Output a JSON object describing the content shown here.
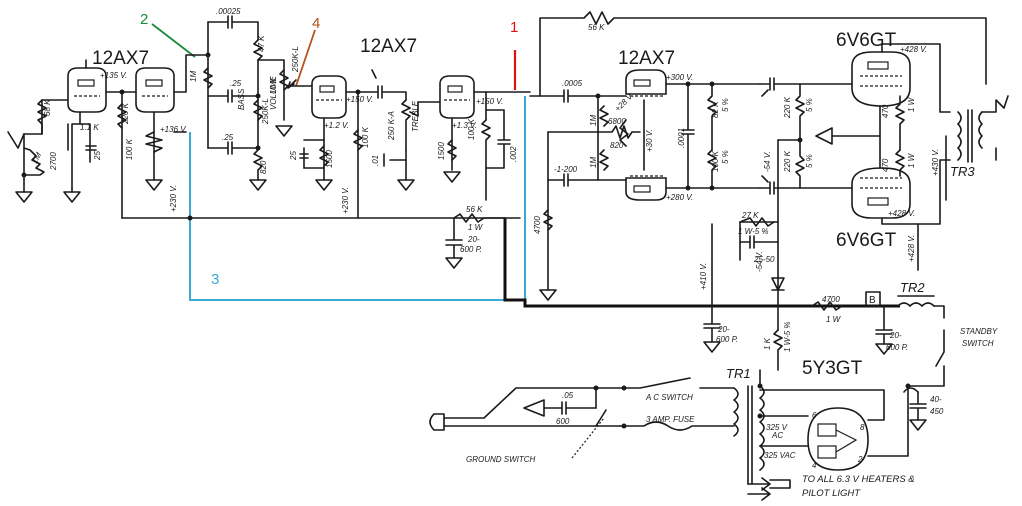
{
  "tubes": {
    "v1": "12AX7",
    "v2": "12AX7",
    "v3": "12AX7",
    "v4": "6V6GT",
    "v5": "6V6GT",
    "rect": "5Y3GT"
  },
  "markers": {
    "m1": "1",
    "m2": "2",
    "m3": "3",
    "m4": "4"
  },
  "transformers": {
    "tr1": "TR1",
    "tr2": "TR2",
    "tr3": "TR3"
  },
  "box_b": "B",
  "voltages": {
    "v135": "+135 V.",
    "v136": "+136 V.",
    "v230a": "+230 V.",
    "v230b": "+230 V.",
    "v150a": "+150 V.",
    "v150b": "+150 V.",
    "v12": "+1.2 V.",
    "v13": "+1.3 V.",
    "v300": "+300 V.",
    "v280": "+280 V.",
    "v28": "+28 V.",
    "v30": "+30 V.",
    "v428a": "+428 V.",
    "v428b": "+428 V.",
    "v428c": "+428 V.",
    "v430": "+430 V.",
    "v410": "+410 V.",
    "n54a": "-54 V.",
    "n54b": "-54 V."
  },
  "components": {
    "r68k": "68 K",
    "r1m_in": "1M",
    "r1_1k": "1.1 K",
    "c25a": "25",
    "r2700": "2700",
    "c25b": "25",
    "r220k_a": "220 K",
    "r100k_a": "100 K",
    "c00025": ".00025",
    "r47k": "47 K",
    "r1m_a": "1M",
    "c25c": ".25",
    "bass": "BASS",
    "r250k_l": "250K-L",
    "c25d": ".25",
    "r10k": "10 K",
    "r820a": "820",
    "volume": "VOLUME",
    "r250k_l2": "250K-L",
    "c25e": "25",
    "r1500a": "1500",
    "r100k_b": "100 K",
    "r250k_a": "250 K-A",
    "treble": "TREBLE",
    "c01": ".01",
    "r1500b": "1500",
    "r100k_c": "100 K",
    "c002": ".002",
    "r56k_a": "56 K",
    "w1a": "1 W",
    "c20_600a": "20-",
    "c20_600a2": "600 P.",
    "r56k_b": "56 K",
    "c0005": ".0005",
    "r6800": "6800",
    "r1m_b": "1M",
    "r820b": "820",
    "r1m_c": "1M",
    "c1200": "-1-200",
    "r4700a": "4700",
    "c0001": ".0001",
    "r82k": "82 K",
    "p5a": "5 %",
    "r100k_d": "100 K",
    "p5b": "5 %",
    "r220k_b": "220 K",
    "p5c": "5 %",
    "r220k_c": "220 K",
    "p5d": "5 %",
    "r470a": "470",
    "w1b": "1 W",
    "r470b": "470",
    "w1c": "1 W",
    "r27k": "27 K",
    "r1w5": "1 W-5 %",
    "c25_50": "25-50",
    "r4700b": "4700",
    "w1d": "1 W",
    "c20_600b": "20-",
    "c20_600b2": "600 P.",
    "c20_600c": "20-",
    "c20_600c2": "600 P.",
    "r1k": "1 K",
    "r1k5": "1 W-5 %",
    "standby": "STANDBY",
    "switch": "SWITCH",
    "c05": ".05",
    "c600": "600",
    "ac_switch": "A C SWITCH",
    "fuse": "3 AMP. FUSE",
    "ground_switch": "GROUND SWITCH",
    "v325a": "325 V",
    "ac": "AC",
    "v325b": "325 VAC",
    "pin6": "6",
    "pin8": "8",
    "pin4": "4",
    "pin2": "2",
    "c40": "40-",
    "c450": "450",
    "heaters": "TO ALL 6.3 V HEATERS &",
    "pilot": "PILOT LIGHT"
  }
}
